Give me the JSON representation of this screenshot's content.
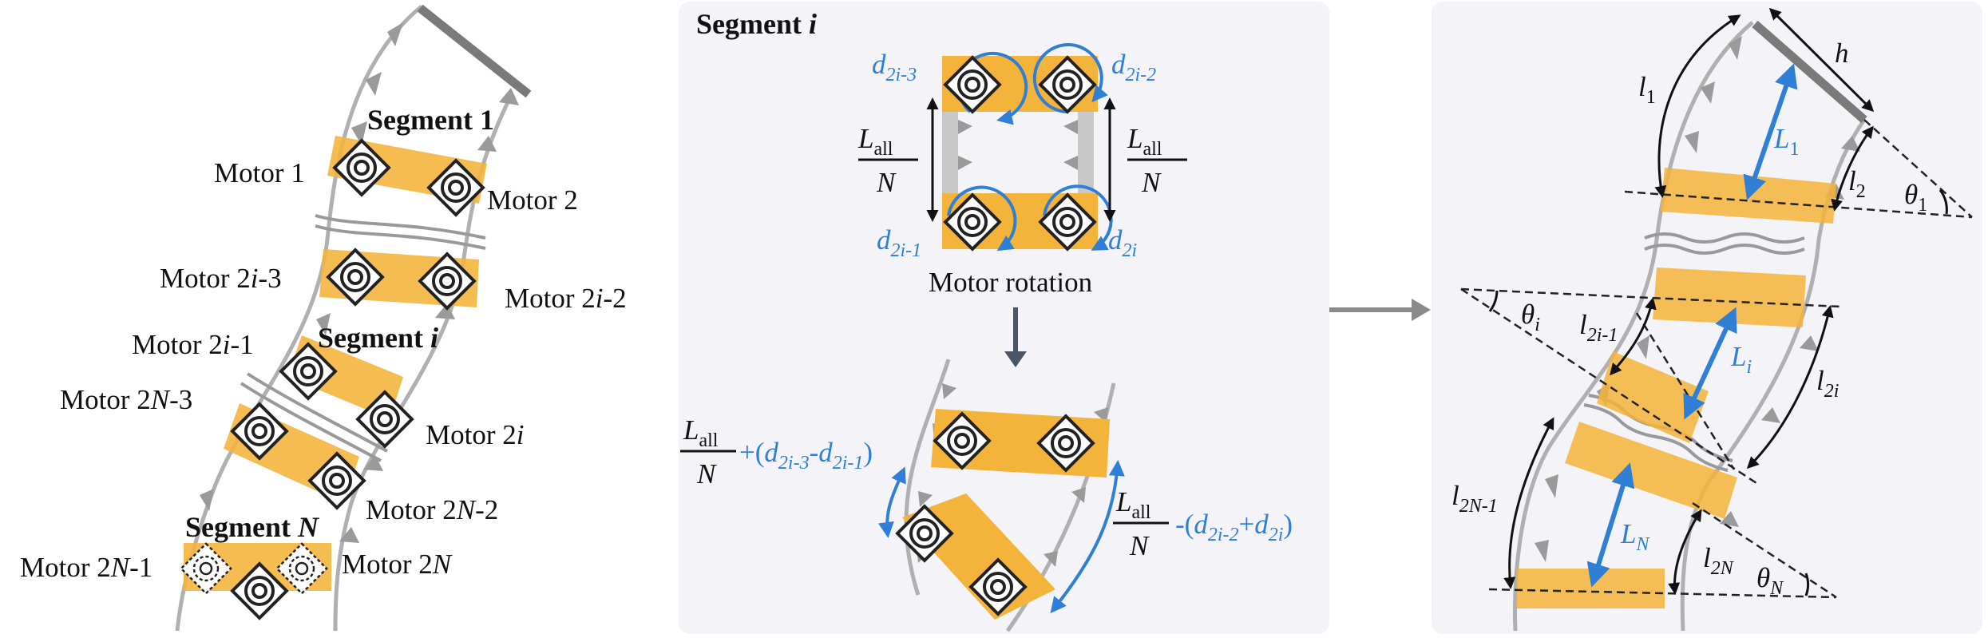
{
  "colors": {
    "panel": "#f3f3f8",
    "plate": "#f4b33a",
    "blue": "#2f7fd6",
    "spine": "#b0b0b0",
    "text": "#111111",
    "arrow": "#8a8a8a",
    "dark_arrow": "#4a5566"
  },
  "left": {
    "segment_1": "Segment 1",
    "segment_i": "Segment ",
    "segment_i_var": "i",
    "segment_n": "Segment ",
    "segment_n_var": "N",
    "motor": "Motor ",
    "m1": "1",
    "m2": "2",
    "m2i3_a": "2",
    "m2i3_b": "i",
    "m2i3_c": "-3",
    "m2i2_a": "2",
    "m2i2_b": "i",
    "m2i2_c": "-2",
    "m2i1_a": "2",
    "m2i1_b": "i",
    "m2i1_c": "-1",
    "m2i_a": "2",
    "m2i_b": "i",
    "m2n3_a": "2",
    "m2n3_b": "N",
    "m2n3_c": "-3",
    "m2n2_a": "2",
    "m2n2_b": "N",
    "m2n2_c": "-2",
    "m2n1_a": "2",
    "m2n1_b": "N",
    "m2n1_c": "-1",
    "m2n_a": "2",
    "m2n_b": "N"
  },
  "middle": {
    "title": "Segment ",
    "title_var": "i",
    "d": "d",
    "sub_2i3": "2i-3",
    "sub_2i2": "2i-2",
    "sub_2i1": "2i-1",
    "sub_2i": "2i",
    "L": "L",
    "all": "all",
    "N": "N",
    "motor_rotation": "Motor rotation",
    "eq_left_1": "+(",
    "eq_left_2": "-",
    "eq_left_3": ")",
    "eq_right_1": "-(",
    "eq_right_2": "+",
    "eq_right_3": ")"
  },
  "right": {
    "h": "h",
    "l": "l",
    "L": "L",
    "theta": "θ",
    "s1": "1",
    "s2": "2",
    "s2i1": "2i-1",
    "s2i": "2i",
    "s2n1": "2N-1",
    "s2n": "2N",
    "si": "i",
    "sN": "N"
  }
}
